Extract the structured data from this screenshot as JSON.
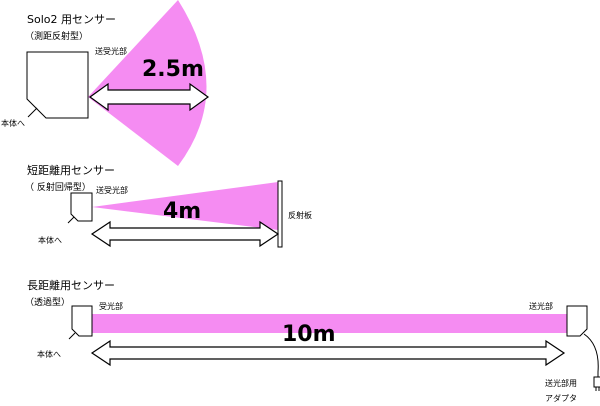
{
  "diagram": {
    "colors": {
      "beam": "#f58cf2",
      "outline": "#000000",
      "background": "#ffffff"
    },
    "sections": [
      {
        "title": "Solo2 用センサー",
        "subtitle": "（測距反射型）",
        "emitter_label": "送受光部",
        "body_label": "本体へ",
        "distance": "2.5m"
      },
      {
        "title": "短距離用センサー",
        "subtitle": "（ 反射回帰型）",
        "emitter_label": "送受光部",
        "body_label": "本体へ",
        "distance": "4m",
        "reflector_label": "反射板"
      },
      {
        "title": "長距離用センサー",
        "subtitle": "（透過型）",
        "receiver_label": "受光部",
        "emitter_label": "送光部",
        "body_label": "本体へ",
        "distance": "10m",
        "adapter_label_1": "送光部用",
        "adapter_label_2": "アダプタ"
      }
    ]
  }
}
